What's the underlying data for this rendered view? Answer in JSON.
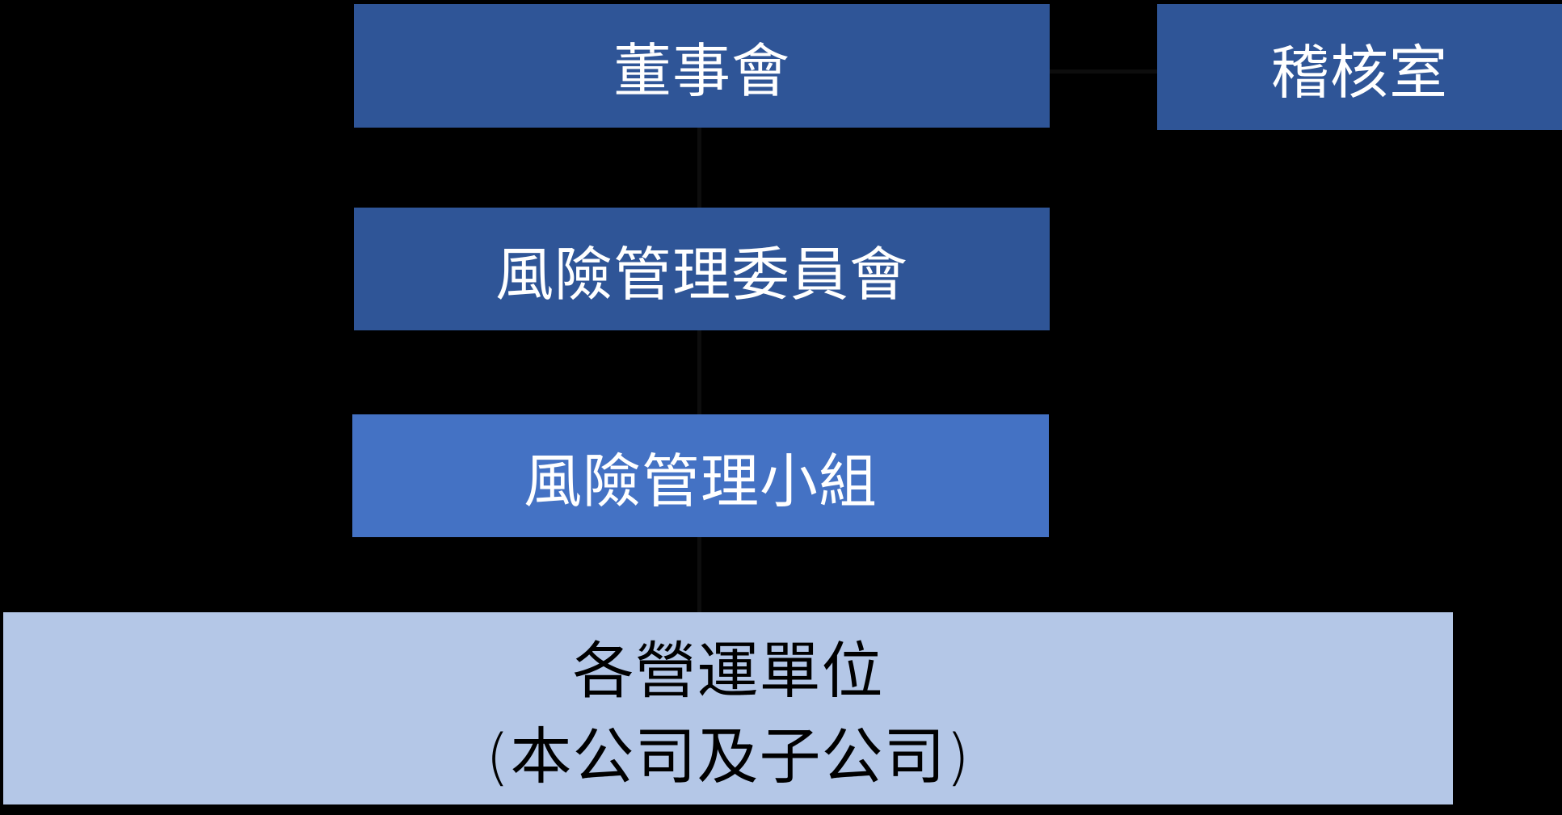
{
  "background_color": "#000000",
  "diagram": {
    "type": "org-chart",
    "title": "",
    "connector_color": "#0D0D0D",
    "nodes": [
      {
        "id": "board",
        "label": "董事會",
        "fill": "#2F5597",
        "text_color": "#FFFFFF"
      },
      {
        "id": "audit-office",
        "label": "稽核室",
        "fill": "#2F5597",
        "text_color": "#FFFFFF"
      },
      {
        "id": "risk-committee",
        "label": "風險管理委員會",
        "fill": "#2F5597",
        "text_color": "#FFFFFF"
      },
      {
        "id": "risk-team",
        "label": "風險管理小組",
        "fill": "#4472C4",
        "text_color": "#FFFFFF"
      },
      {
        "id": "operating-units",
        "label_line1": "各營運單位",
        "label_line2": "(本公司及子公司)",
        "fill": "#B4C7E7",
        "text_color": "#000000"
      }
    ],
    "edges": [
      {
        "from": "board",
        "to": "risk-committee",
        "orientation": "vertical"
      },
      {
        "from": "board",
        "to": "audit-office",
        "orientation": "horizontal"
      },
      {
        "from": "risk-committee",
        "to": "risk-team",
        "orientation": "vertical"
      },
      {
        "from": "risk-team",
        "to": "operating-units",
        "orientation": "vertical"
      }
    ]
  }
}
